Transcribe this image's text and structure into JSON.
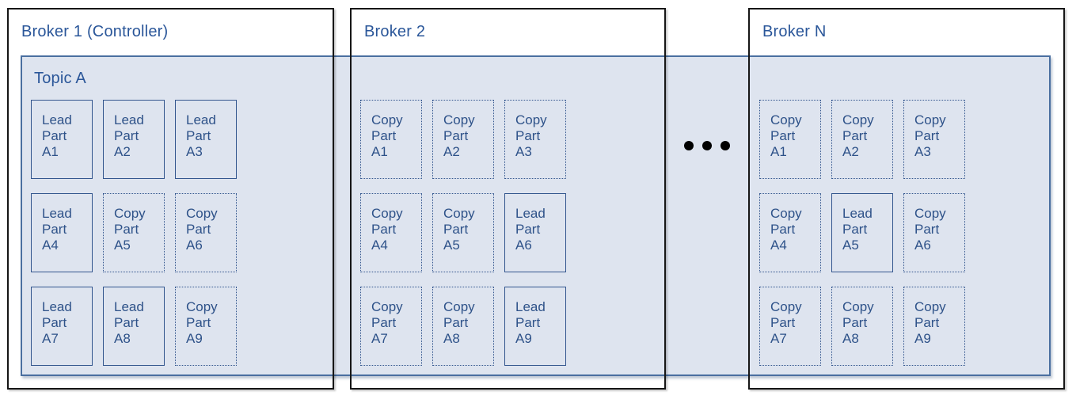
{
  "diagram": {
    "topic": {
      "label": "Topic A"
    },
    "brokers": [
      {
        "title": "Broker 1 (Controller)",
        "cells": [
          {
            "type": "lead",
            "lines": [
              "Lead",
              "Part",
              "A1"
            ]
          },
          {
            "type": "lead",
            "lines": [
              "Lead",
              "Part",
              "A2"
            ]
          },
          {
            "type": "lead",
            "lines": [
              "Lead",
              "Part",
              "A3"
            ]
          },
          {
            "type": "lead",
            "lines": [
              "Lead",
              "Part",
              "A4"
            ]
          },
          {
            "type": "copy",
            "lines": [
              "Copy",
              "Part",
              "A5"
            ]
          },
          {
            "type": "copy",
            "lines": [
              "Copy",
              "Part",
              "A6"
            ]
          },
          {
            "type": "lead",
            "lines": [
              "Lead",
              "Part",
              "A7"
            ]
          },
          {
            "type": "lead",
            "lines": [
              "Lead",
              "Part",
              "A8"
            ]
          },
          {
            "type": "copy",
            "lines": [
              "Copy",
              "Part",
              "A9"
            ]
          }
        ]
      },
      {
        "title": "Broker 2",
        "cells": [
          {
            "type": "copy",
            "lines": [
              "Copy",
              "Part",
              "A1"
            ]
          },
          {
            "type": "copy",
            "lines": [
              "Copy",
              "Part",
              "A2"
            ]
          },
          {
            "type": "copy",
            "lines": [
              "Copy",
              "Part",
              "A3"
            ]
          },
          {
            "type": "copy",
            "lines": [
              "Copy",
              "Part",
              "A4"
            ]
          },
          {
            "type": "copy",
            "lines": [
              "Copy",
              "Part",
              "A5"
            ]
          },
          {
            "type": "lead",
            "lines": [
              "Lead",
              "Part",
              "A6"
            ]
          },
          {
            "type": "copy",
            "lines": [
              "Copy",
              "Part",
              "A7"
            ]
          },
          {
            "type": "copy",
            "lines": [
              "Copy",
              "Part",
              "A8"
            ]
          },
          {
            "type": "lead",
            "lines": [
              "Lead",
              "Part",
              "A9"
            ]
          }
        ]
      },
      {
        "title": "Broker N",
        "cells": [
          {
            "type": "copy",
            "lines": [
              "Copy",
              "Part",
              "A1"
            ]
          },
          {
            "type": "copy",
            "lines": [
              "Copy",
              "Part",
              "A2"
            ]
          },
          {
            "type": "copy",
            "lines": [
              "Copy",
              "Part",
              "A3"
            ]
          },
          {
            "type": "copy",
            "lines": [
              "Copy",
              "Part",
              "A4"
            ]
          },
          {
            "type": "lead",
            "lines": [
              "Lead",
              "Part",
              "A5"
            ]
          },
          {
            "type": "copy",
            "lines": [
              "Copy",
              "Part",
              "A6"
            ]
          },
          {
            "type": "copy",
            "lines": [
              "Copy",
              "Part",
              "A7"
            ]
          },
          {
            "type": "copy",
            "lines": [
              "Copy",
              "Part",
              "A8"
            ]
          },
          {
            "type": "copy",
            "lines": [
              "Copy",
              "Part",
              "A9"
            ]
          }
        ]
      }
    ],
    "colors": {
      "band_fill": "#dee4ef",
      "band_border": "#4a6fa0",
      "cell_border": "#33568e",
      "text_blue": "#2a5699",
      "cell_text": "#2e5289",
      "broker_border": "#161616",
      "dot_color": "#000000"
    }
  }
}
